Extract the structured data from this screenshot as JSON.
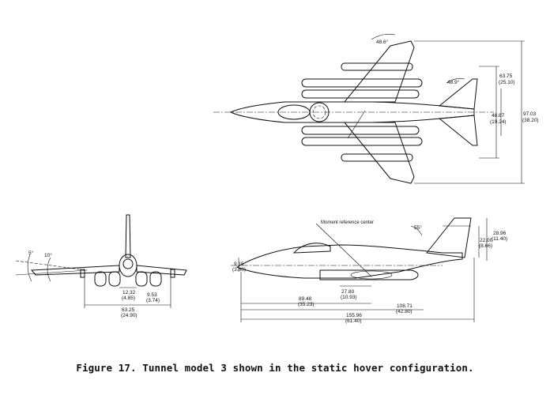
{
  "caption": "Figure 17.  Tunnel model 3 shown in the static hover configuration.",
  "top_view": {
    "sweep_angle_wing": "48.6°",
    "sweep_angle_tail": "48.9°",
    "dim_63_75": "63.75",
    "dim_63_75_b": "(25.10)",
    "dim_48_87": "48.87",
    "dim_48_87_b": "(19.24)",
    "dim_97_03": "97.03",
    "dim_97_03_b": "(38.20)"
  },
  "front_view": {
    "angle_5": "5°",
    "angle_10": "10°",
    "dim_12_32": "12.32",
    "dim_12_32_b": "(4.85)",
    "dim_9_53": "9.53",
    "dim_9_53_b": "(3.74)",
    "dim_63_25": "63.25",
    "dim_63_25_b": "(24.90)"
  },
  "side_view": {
    "moment_ref_label": "Moment reference center",
    "angle_55": "55°",
    "dim_9_15": "9.15",
    "dim_9_15_b": "(3.60)",
    "dim_28_96": "28.96",
    "dim_28_96_b": "(11.40)",
    "dim_22_00": "22.00",
    "dim_22_00_b": "(8.66)",
    "dim_27_80": "27.80",
    "dim_27_80_b": "(10.93)",
    "dim_89_48": "89.48",
    "dim_89_48_b": "(35.23)",
    "dim_108_71": "108.71",
    "dim_108_71_b": "(42.80)",
    "dim_155_96": "155.96",
    "dim_155_96_b": "(61.40)"
  }
}
